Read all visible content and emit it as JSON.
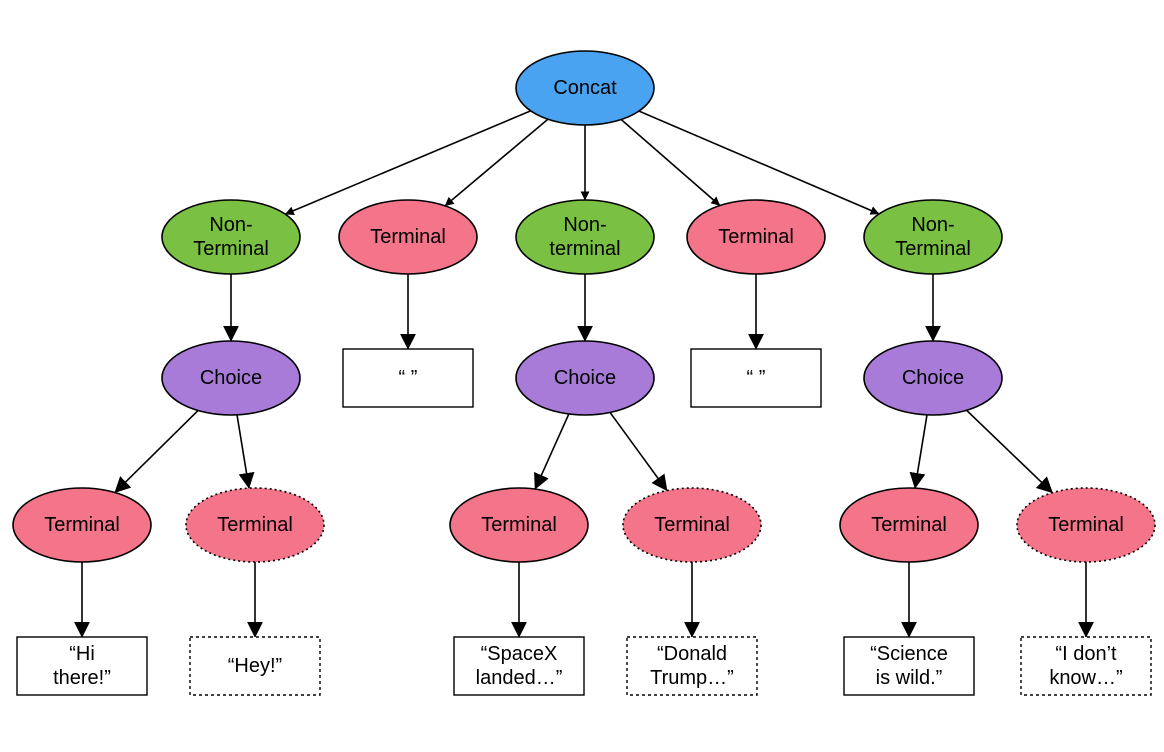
{
  "colors": {
    "concat": "#4aa3f0",
    "non_terminal": "#7ac143",
    "terminal": "#f47489",
    "choice": "#a87bd8",
    "box": "#ffffff",
    "stroke": "#000000"
  },
  "root": {
    "label": "Concat"
  },
  "branches": [
    {
      "head": {
        "kind": "non_terminal",
        "lines": [
          "Non-",
          "Terminal"
        ]
      },
      "choice": {
        "label": "Choice"
      },
      "options": [
        {
          "terminal": "Terminal",
          "selected": true,
          "value": [
            "“Hi",
            "there!”"
          ]
        },
        {
          "terminal": "Terminal",
          "selected": false,
          "value": [
            "“Hey!”"
          ]
        }
      ]
    },
    {
      "head": {
        "kind": "terminal",
        "lines": [
          "Terminal"
        ]
      },
      "value": [
        "“ ”"
      ]
    },
    {
      "head": {
        "kind": "non_terminal",
        "lines": [
          "Non-",
          "terminal"
        ]
      },
      "choice": {
        "label": "Choice"
      },
      "options": [
        {
          "terminal": "Terminal",
          "selected": true,
          "value": [
            "“SpaceX",
            "landed…”"
          ]
        },
        {
          "terminal": "Terminal",
          "selected": false,
          "value": [
            "“Donald",
            "Trump…”"
          ]
        }
      ]
    },
    {
      "head": {
        "kind": "terminal",
        "lines": [
          "Terminal"
        ]
      },
      "value": [
        "“ ”"
      ]
    },
    {
      "head": {
        "kind": "non_terminal",
        "lines": [
          "Non-",
          "Terminal"
        ]
      },
      "choice": {
        "label": "Choice"
      },
      "options": [
        {
          "terminal": "Terminal",
          "selected": true,
          "value": [
            "“Science",
            "is wild.”"
          ]
        },
        {
          "terminal": "Terminal",
          "selected": false,
          "value": [
            "“I don’t",
            "know…”"
          ]
        }
      ]
    }
  ]
}
